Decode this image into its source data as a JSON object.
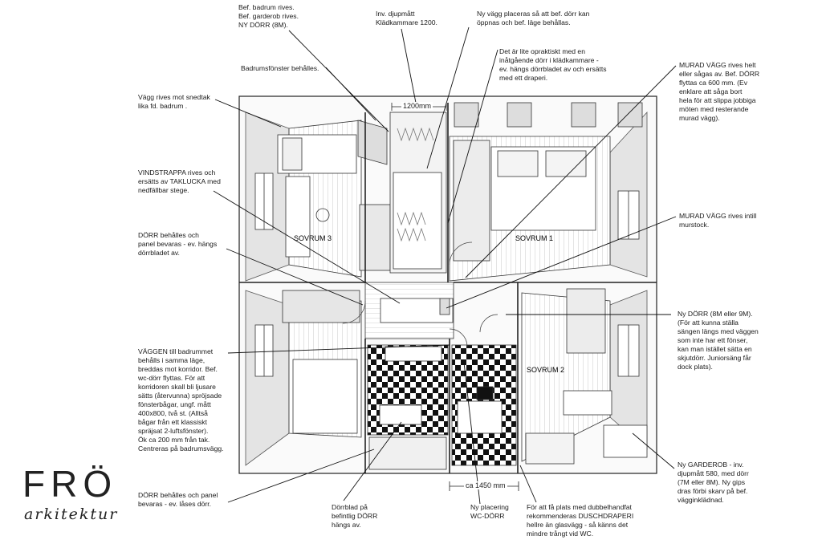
{
  "brand": {
    "name": "FRÖ",
    "sub": "arkitektur"
  },
  "rooms": {
    "sovrum1": "SOVRUM 1",
    "sovrum2": "SOVRUM 2",
    "sovrum3": "SOVRUM 3"
  },
  "dimensions": {
    "top": "1200mm",
    "bottom": "ca 1450 mm"
  },
  "notes": {
    "bef_badrum": "Bef. badrum rives.\nBef. garderob rives.\nNY DÖRR (8M).",
    "inv_djupmatt": "Inv. djupmått\nKlädkammare 1200.",
    "ny_vagg": "Ny vägg placeras så att bef. dörr kan\nöppnas och bef. läge behållas.",
    "badrumsfonster": "Badrumsfönster behålles.",
    "opraktiskt": "Det är lite opraktiskt med en\ninåtgående dörr i klädkammare -\nev. hängs dörrbladet av och ersätts\nmed ett draperi.",
    "murad_vagg_1": "MURAD VÄGG rives helt\neller sågas av. Bef. DÖRR\nflyttas ca 600 mm. (Ev\nenklare att såga bort\nhela för att slippa jobbiga\nmöten med resterande\nmurad vägg).",
    "vagg_snedtak": "Vägg rives mot snedtak\nlika fd. badrum  .",
    "vindstrappa": "VINDSTRAPPA rives och\nersätts av TAKLUCKA med\nnedfällbar stege.",
    "murad_vagg_2": "MURAD VÄGG rives intill\nmurstock.",
    "dorr_panel": "DÖRR behålles och\npanel bevaras - ev. hängs\ndörrbladet av.",
    "ny_dorr": "Ny DÖRR (8M eller 9M).\n(För att kunna ställa\nsängen längs med väggen\nsom inte har ett fönser,\nkan man istället sätta en\nskjutdörr. Juniorsäng får\ndock plats).",
    "vaggen_badrum": "VÄGGEN till badrummet\nbehålls i samma läge,\nbreddas mot korridor. Bef.\nwc-dörr flyttas. För att\nkorridoren skall bli ljusare\nsätts (återvunna) spröjsade\nfönsterbågar, ungf. mått\n400x800, två st. (Alltså\nbågar från ett klassiskt\nspräjsat 2-luftsfönster).\nÖk ca 200 mm från tak.\nCentreras på badrumsvägg.",
    "ny_garderob": "Ny GARDEROB - inv.\ndjupmått 580,  med dörr\n(7M eller 8M). Ny gips\ndras förbi skarv på bef.\nvägginklädnad.",
    "dorr_panel_2": "DÖRR behålles och panel\nbevaras - ev. låses dörr.",
    "dorrblad": "Dörrblad på\nbefintlig DÖRR\nhängs av.",
    "ny_placering": "Ny placering\nWC-DÖRR",
    "dubbelhandfat": "För att få plats med dubbelhandfat\nrekommenderas DUSCHDRAPERI\nhellre än glasvägg  - så känns det\nmindre trångt vid WC."
  }
}
